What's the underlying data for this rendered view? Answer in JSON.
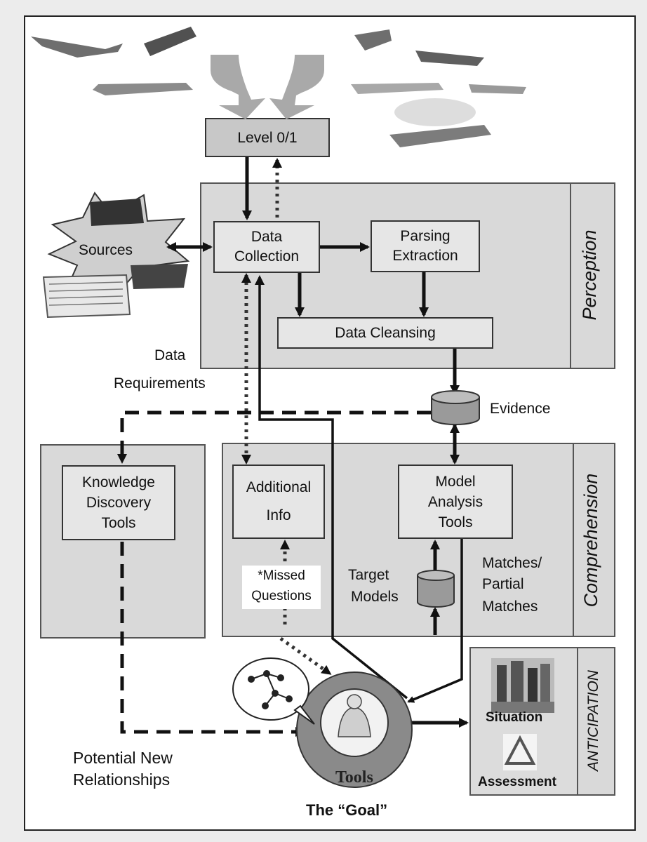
{
  "level": "Level 0/1",
  "perception": "Perception",
  "comprehension": "Comprehension",
  "anticipation": "ANTICIPATION",
  "sources": "Sources",
  "data_collection": [
    "Data",
    "Collection"
  ],
  "parsing": [
    "Parsing",
    "Extraction"
  ],
  "data_cleansing": "Data Cleansing",
  "data_requirements": [
    "Data",
    "Requirements"
  ],
  "evidence": "Evidence",
  "knowledge_discovery": [
    "Knowledge",
    "Discovery",
    "Tools"
  ],
  "additional_info": [
    "Additional",
    "Info"
  ],
  "model_analysis": [
    "Model",
    "Analysis",
    "Tools"
  ],
  "missed_questions": [
    "*Missed",
    "Questions"
  ],
  "target_models": [
    "Target",
    "Models"
  ],
  "matches": [
    "Matches/",
    "Partial",
    "Matches"
  ],
  "situation": "Situation",
  "assessment": "Assessment",
  "tools_word": "Tools",
  "potential": [
    "Potential New",
    "Relationships"
  ],
  "goal": "The “Goal”",
  "colors": {
    "panel": "#d9d9d9",
    "box": "#e6e6e6",
    "level_box": "#c8c8c8",
    "cylinder": "#9a9a9a",
    "ring": "#8a8a8a"
  }
}
